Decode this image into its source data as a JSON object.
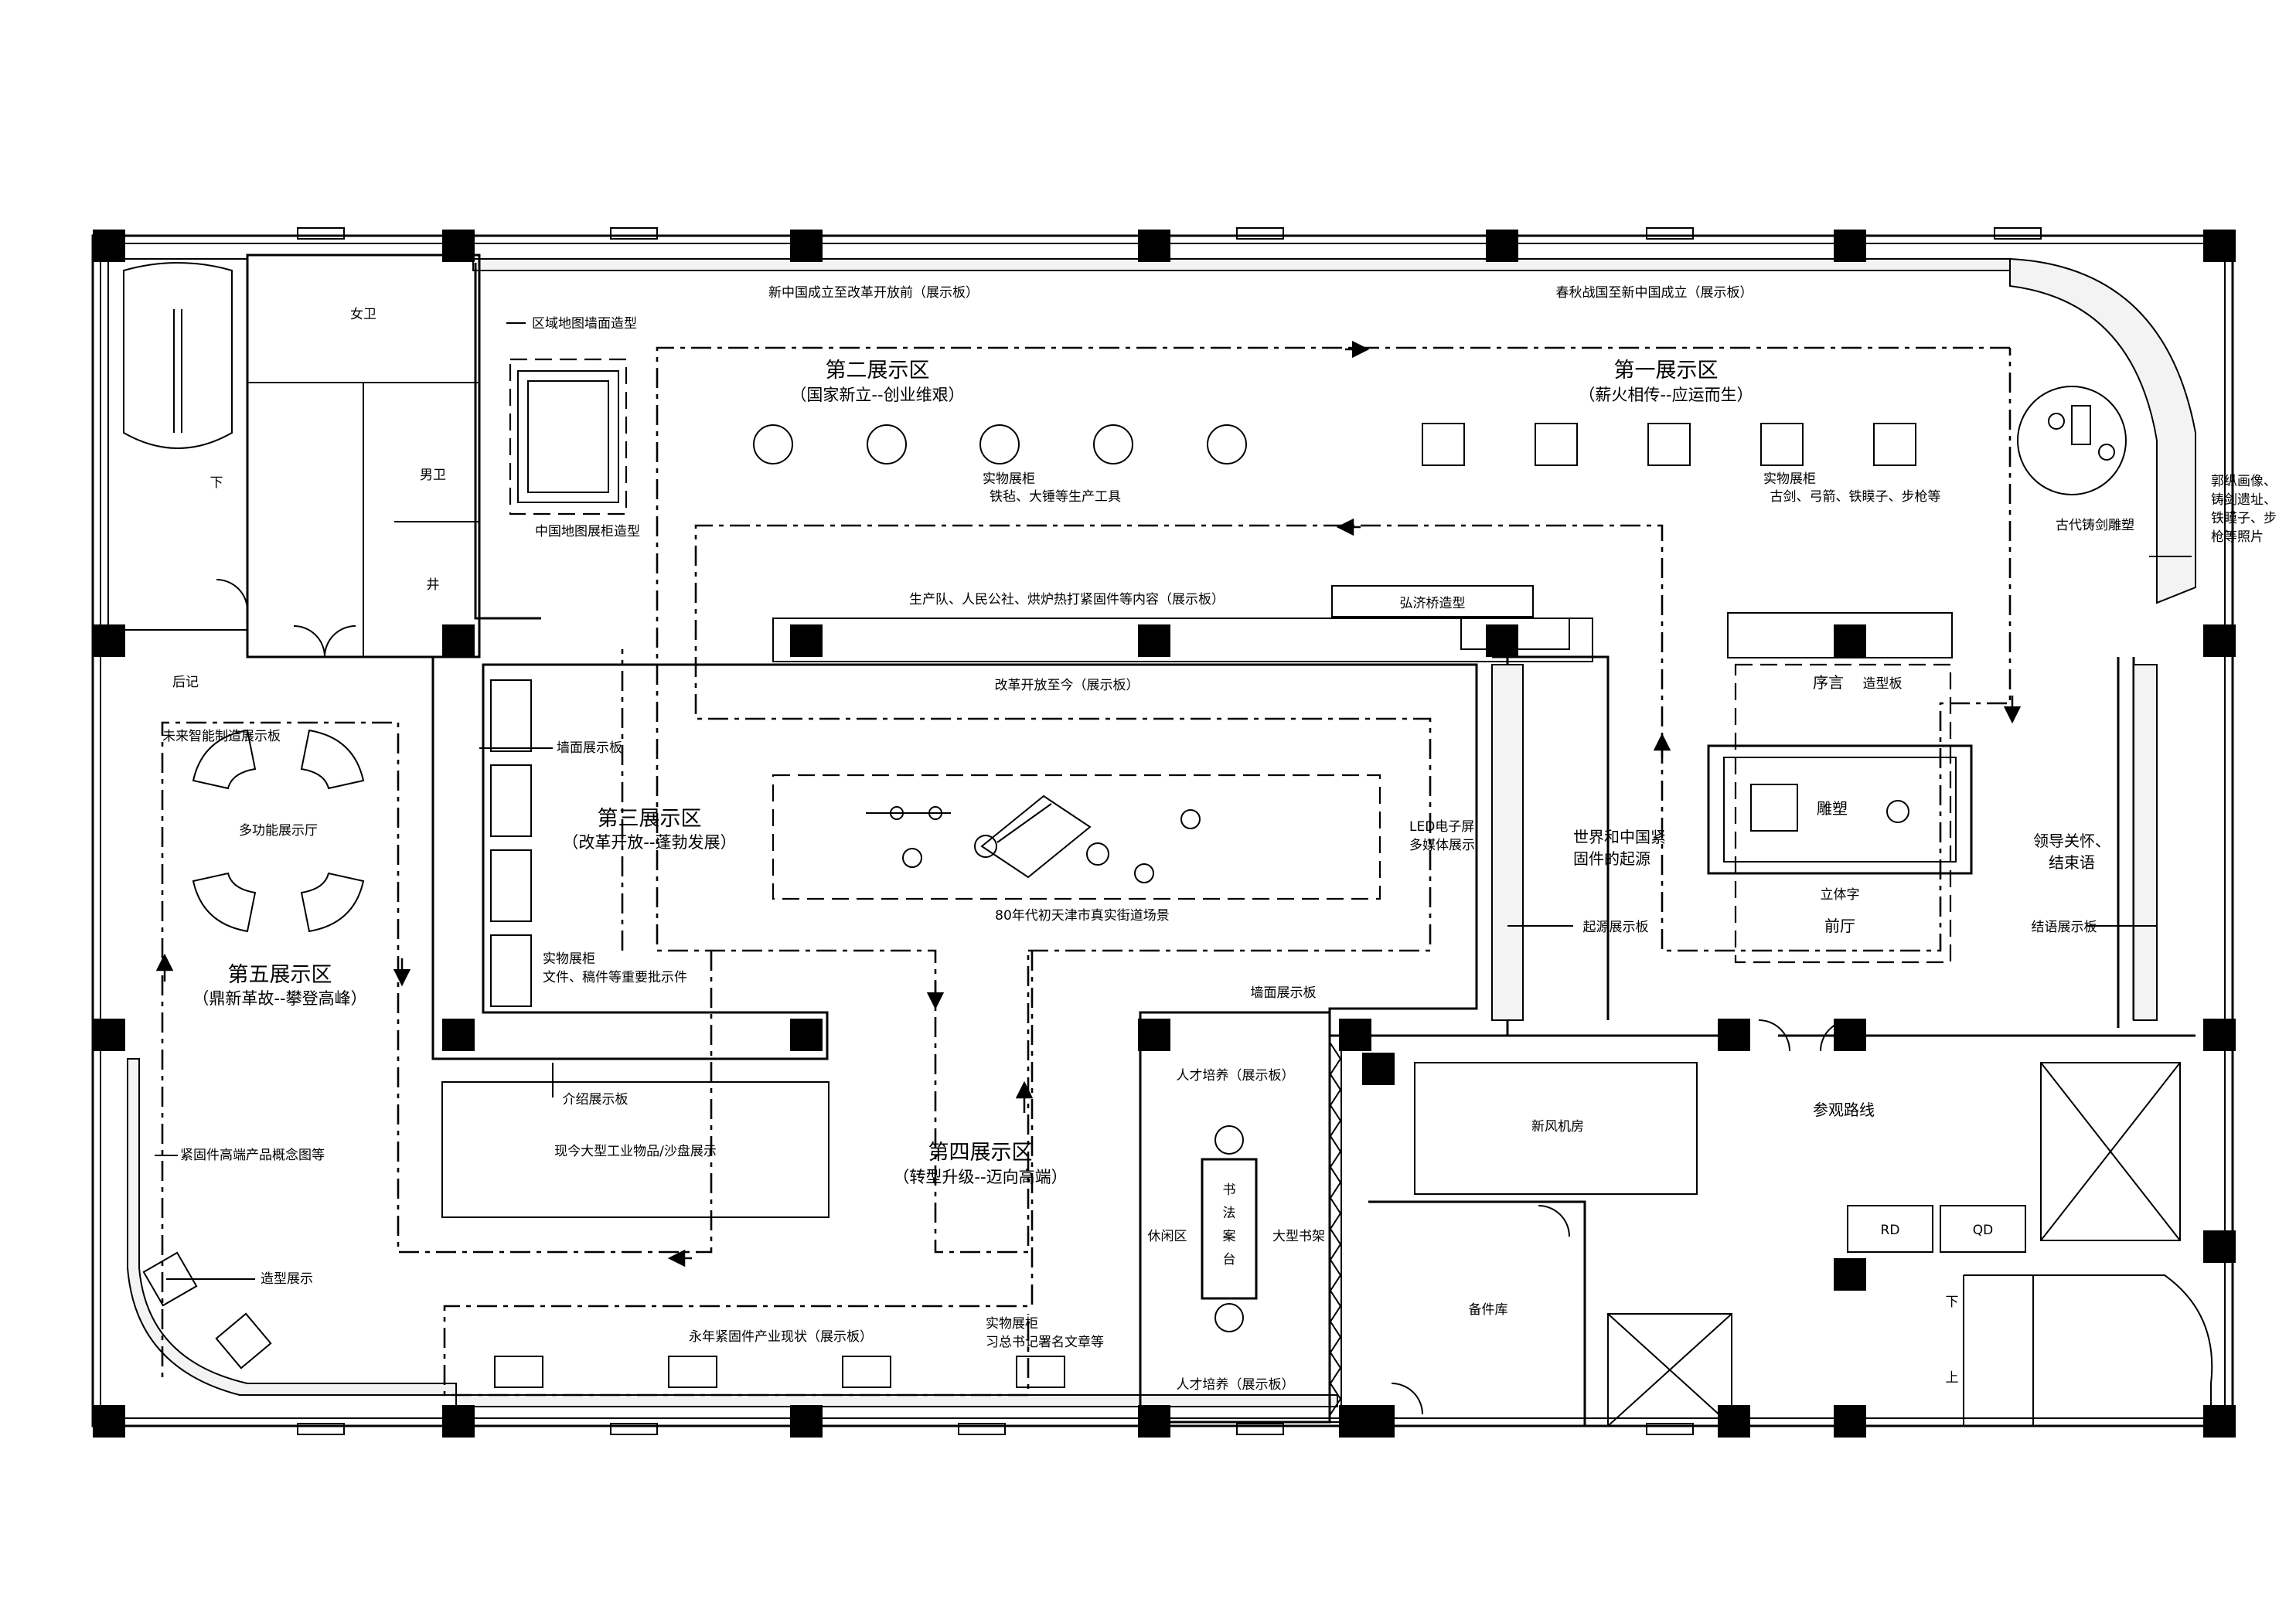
{
  "plan": {
    "zones": {
      "zone1_title": "第一展示区",
      "zone1_sub": "（薪火相传--应运而生）",
      "zone2_title": "第二展示区",
      "zone2_sub": "（国家新立--创业维艰）",
      "zone3_title": "第三展示区",
      "zone3_sub": "（改革开放--蓬勃发展）",
      "zone4_title": "第四展示区",
      "zone4_sub": "（转型升级--迈向高端）",
      "zone5_title": "第五展示区",
      "zone5_sub": "（鼎新革故--攀登高峰）"
    },
    "labels": {
      "board_top_left": "新中国成立至改革开放前（展示板）",
      "board_top_right": "春秋战国至新中国成立（展示板）",
      "map_wall": "区域地图墙面造型",
      "map_cabinet": "中国地图展柜造型",
      "cabinet2_a": "实物展柜",
      "cabinet2_b": "铁毡、大锤等生产工具",
      "cabinet1_a": "实物展柜",
      "cabinet1_b": "古剑、弓箭、铁瞙子、步枪等",
      "sculpture_ancient": "古代铸剑雕塑",
      "photos": [
        "郭纵画像、",
        "铸剑遗址、",
        "铁瞙子、步",
        "枪等照片"
      ],
      "women_wc": "女卫",
      "men_wc": "男卫",
      "shaft": "井",
      "stair_down": "下",
      "back_room": "后记",
      "board_production": "生产队、人民公社、烘炉热打紧固件等内容（展示板）",
      "bridge": "弘济桥造型",
      "board_reform": "改革开放至今（展示板）",
      "preface": "序言",
      "preface_board": "造型板",
      "future_board": "未来智能制造展示板",
      "multi_hall": "多功能展示厅",
      "wall_board": "墙面展示板",
      "led_a": "LED电子屏",
      "led_b": "多媒体展示",
      "street_scene": "80年代初天津市真实街道场景",
      "origin_a": "世界和中国紧",
      "origin_b": "固件的起源",
      "sculpture": "雕塑",
      "cubic_text": "立体字",
      "lobby": "前厅",
      "origin_board": "起源展示板",
      "leader_a": "领导关怀、",
      "leader_b": "结束语",
      "end_board": "结语展示板",
      "cabinet3_a": "实物展柜",
      "cabinet3_b": "文件、稿件等重要批示件",
      "wall_board_2": "墙面展示板",
      "intro_board": "介绍展示板",
      "industry_sand": "现今大型工业物品/沙盘展示",
      "talent_top": "人才培养（展示板）",
      "talent_bottom": "人才培养（展示板）",
      "rest_area": "休闲区",
      "calligraphy": [
        "书",
        "法",
        "案",
        "台"
      ],
      "big_shelf": "大型书架",
      "fan_room": "新风机房",
      "visit_route": "参观路线",
      "rd": "RD",
      "qd": "QD",
      "spare_room": "备件库",
      "stair_up": "上",
      "stair_down_2": "下",
      "concept_board": "紧固件高端产品概念图等",
      "model_show": "造型展示",
      "board_yongnian": "永年紧固件产业现状（展示板）",
      "cabinet4_a": "实物展柜",
      "cabinet4_b": "习总书记署名文章等"
    }
  }
}
